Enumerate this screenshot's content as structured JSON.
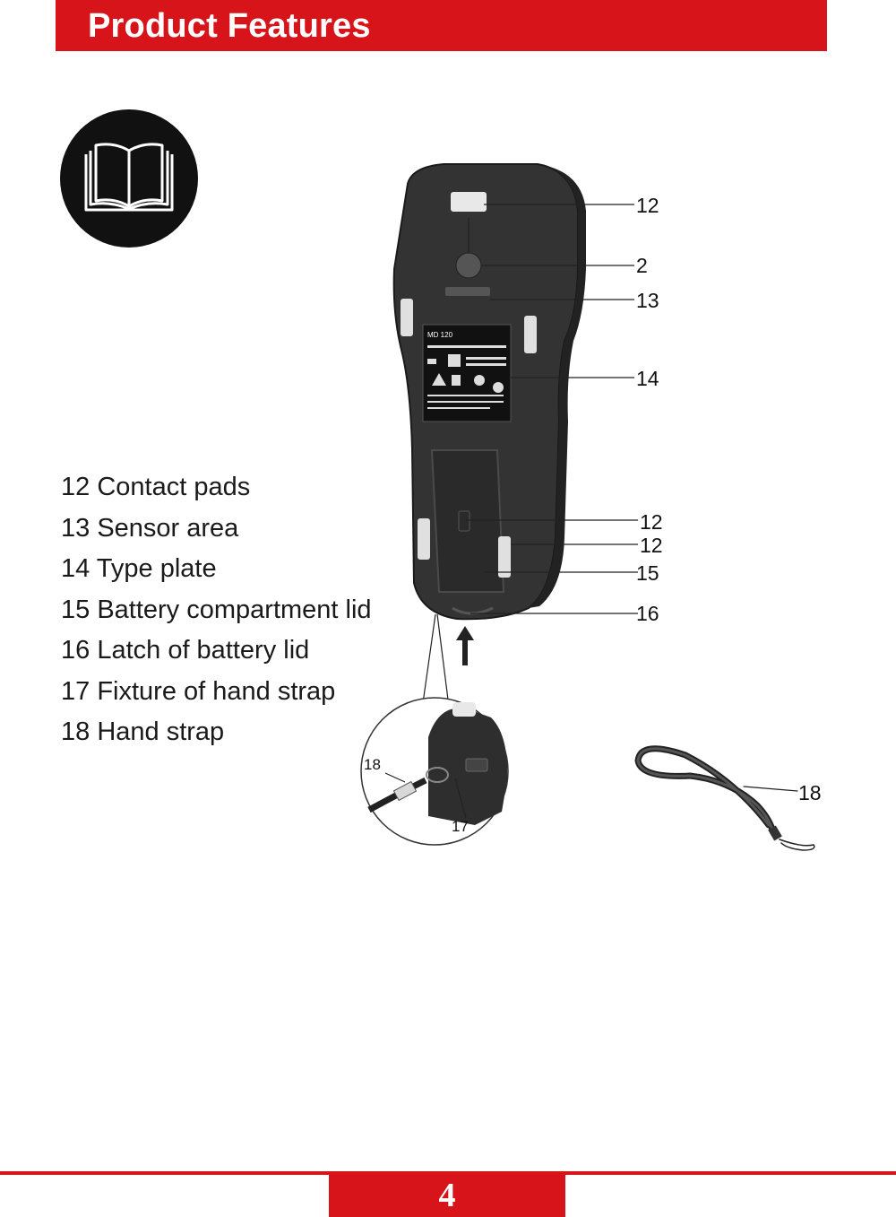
{
  "header": {
    "title": "Product Features"
  },
  "icons": {
    "manual": "open-book-icon"
  },
  "legend": [
    "12 Contact pads",
    "13 Sensor area",
    "14 Type plate",
    "15 Battery compartment lid",
    "16 Latch of battery lid",
    "17 Fixture of hand strap",
    "18 Hand strap"
  ],
  "device": {
    "model": "MD 120"
  },
  "callouts": {
    "c12a": "12",
    "c2": "2",
    "c13": "13",
    "c14": "14",
    "c12b": "12",
    "c12c": "12",
    "c15": "15",
    "c16": "16",
    "c18_detail": "18",
    "c17_detail": "17",
    "c18_strap": "18"
  },
  "colors": {
    "accent": "#d7141a",
    "device_body": "#3a3a3a",
    "icon_circle": "#111111"
  },
  "footer": {
    "page_number": "4"
  }
}
